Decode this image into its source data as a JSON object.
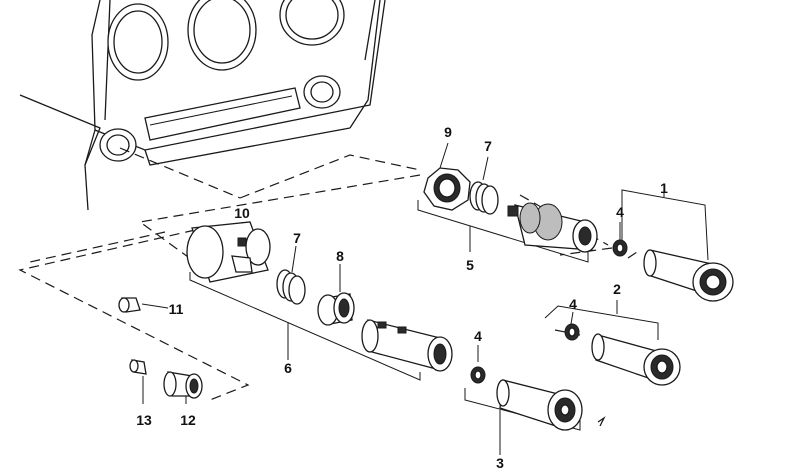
{
  "diagram": {
    "callouts": [
      {
        "id": "c1",
        "label": "1"
      },
      {
        "id": "c2",
        "label": "2"
      },
      {
        "id": "c3",
        "label": "3"
      },
      {
        "id": "c4a",
        "label": "4"
      },
      {
        "id": "c4b",
        "label": "4"
      },
      {
        "id": "c4c",
        "label": "4"
      },
      {
        "id": "c5",
        "label": "5"
      },
      {
        "id": "c6",
        "label": "6"
      },
      {
        "id": "c7a",
        "label": "7"
      },
      {
        "id": "c7b",
        "label": "7"
      },
      {
        "id": "c8",
        "label": "8"
      },
      {
        "id": "c9",
        "label": "9"
      },
      {
        "id": "c10",
        "label": "10"
      },
      {
        "id": "c11",
        "label": "11"
      },
      {
        "id": "c12",
        "label": "12"
      },
      {
        "id": "c13",
        "label": "13"
      }
    ]
  }
}
